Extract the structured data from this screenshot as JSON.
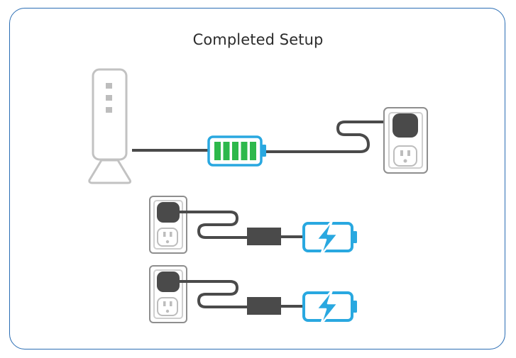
{
  "title": "Completed Setup",
  "colors": {
    "frame_border": "#2a6db4",
    "battery_full_fill": "#2db84b",
    "battery_accent": "#29a8e0",
    "cable": "#4a4a4a",
    "device_outline": "#bfbfbf"
  },
  "rows": [
    {
      "name": "base-station-row",
      "battery_state": "full",
      "charge_level": 1.0
    },
    {
      "name": "charger-row-1",
      "battery_state": "charging"
    },
    {
      "name": "charger-row-2",
      "battery_state": "charging"
    }
  ]
}
